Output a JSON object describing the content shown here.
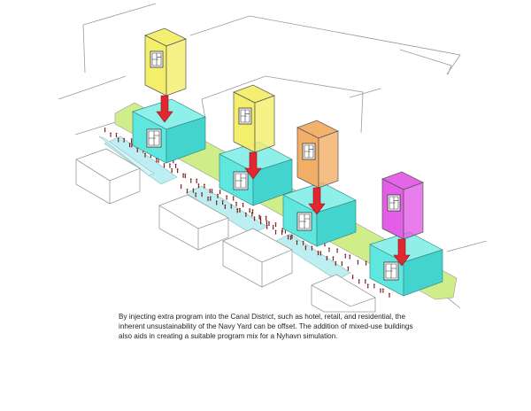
{
  "caption": "By injecting extra program into the Canal District, such as hotel, retail, and residential, the inherent unsustainability of the Navy Yard can be offset. The addition of mixed-use buildings also aids in creating a suitable program mix for a Nyhavn simulation.",
  "colors": {
    "background": "#ffffff",
    "context_line": "#9a9a9a",
    "walkway_green": "#cfee8a",
    "canal_water": "#bdeef2",
    "base_building_cyan": "#5fe6df",
    "arrow_red": "#e0282e",
    "people": "#7a1a1a",
    "module_yellow": "#f4ef6a",
    "module_orange": "#f2ae67",
    "module_magenta": "#e35de6"
  },
  "program_insertions": [
    {
      "module_color": "yellow",
      "module_icon": "floor-plan-icon"
    },
    {
      "module_color": "yellow",
      "module_icon": "floor-plan-icon"
    },
    {
      "module_color": "orange",
      "module_icon": "floor-plan-icon"
    },
    {
      "module_color": "magenta",
      "module_icon": "floor-plan-icon"
    }
  ]
}
